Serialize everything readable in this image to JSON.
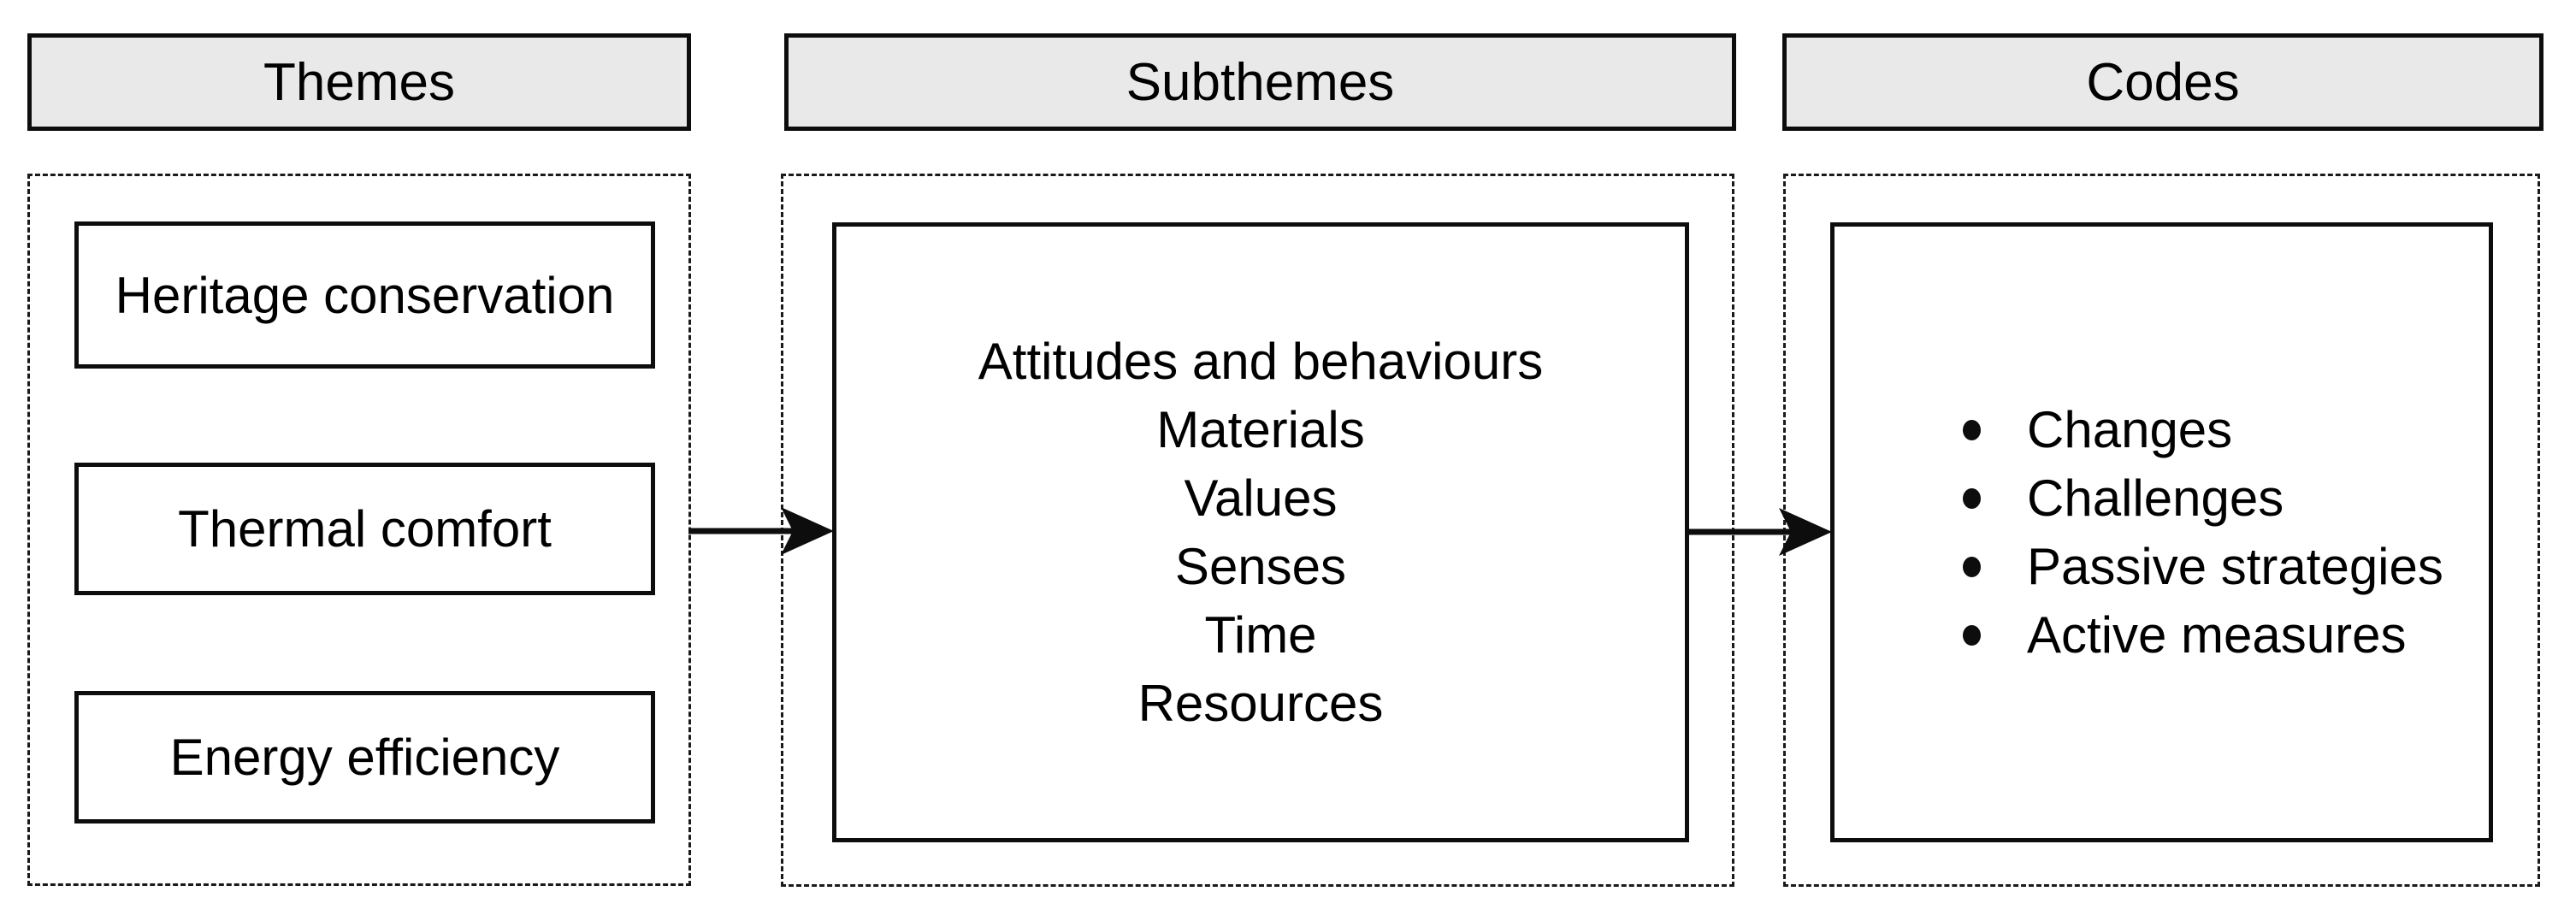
{
  "diagram": {
    "columns": [
      {
        "header": "Themes",
        "items": [
          "Heritage conservation",
          "Thermal comfort",
          "Energy efficiency"
        ]
      },
      {
        "header": "Subthemes",
        "lines": [
          "Attitudes and behaviours",
          "Materials",
          "Values",
          "Senses",
          "Time",
          "Resources"
        ]
      },
      {
        "header": "Codes",
        "bullets": [
          "Changes",
          "Challenges",
          "Passive strategies",
          "Active measures"
        ]
      }
    ],
    "connectors": [
      {
        "from": "Themes",
        "to": "Subthemes"
      },
      {
        "from": "Subthemes",
        "to": "Codes"
      }
    ],
    "colors": {
      "background": "#ffffff",
      "header_fill": "#e9e9e9",
      "border": "#0d0d0d",
      "text": "#000000"
    }
  }
}
